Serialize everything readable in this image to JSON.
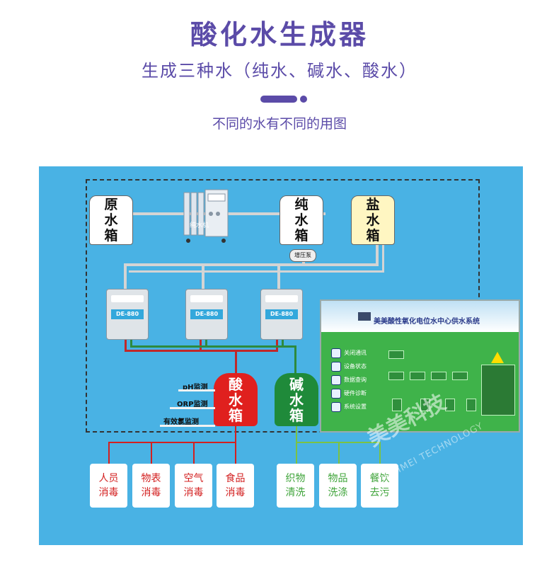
{
  "header": {
    "title": "酸化水生成器",
    "subtitle": "生成三种水（纯水、碱水、酸水）",
    "caption": "不同的水有不同的用图"
  },
  "tanks": {
    "raw": [
      "原",
      "水",
      "箱"
    ],
    "pure": [
      "纯",
      "水",
      "箱"
    ],
    "salt": [
      "盐",
      "水",
      "箱"
    ],
    "acid": [
      "酸",
      "水",
      "箱"
    ],
    "alkaline": [
      "碱",
      "水",
      "箱"
    ]
  },
  "purifier_label": "纯水机",
  "pump_label": "增压泵",
  "generators": [
    "DE-880",
    "DE-880",
    "DE-880"
  ],
  "monitors": [
    "pH监测",
    "ORP监测",
    "有效氯监测"
  ],
  "control_screen": {
    "title": "美美酸性氧化电位水中心供水系统",
    "menu": [
      "关闭通讯",
      "设备状态",
      "数据查询",
      "硬件诊断",
      "系统设置"
    ]
  },
  "uses_acid": [
    {
      "line1": "人员",
      "line2": "消毒"
    },
    {
      "line1": "物表",
      "line2": "消毒"
    },
    {
      "line1": "空气",
      "line2": "消毒"
    },
    {
      "line1": "食品",
      "line2": "消毒"
    }
  ],
  "uses_alkaline": [
    {
      "line1": "织物",
      "line2": "清洗"
    },
    {
      "line1": "物品",
      "line2": "洗涤"
    },
    {
      "line1": "餐饮",
      "line2": "去污"
    }
  ],
  "watermark": {
    "brand": "美美科技",
    "sub": "MEIMEI TECHNOLOGY"
  },
  "colors": {
    "accent": "#5b4ba8",
    "panel": "#49b2e4",
    "acid": "#e0201e",
    "alkaline": "#1f8a3a"
  }
}
